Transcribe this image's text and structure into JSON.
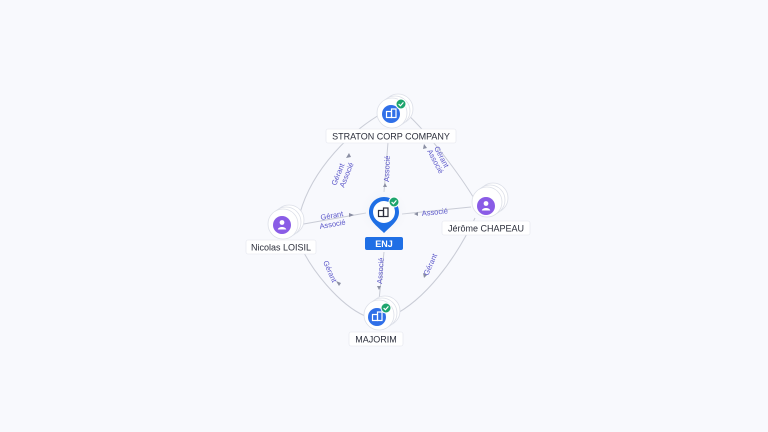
{
  "nodes": {
    "straton": {
      "label": "STRATON CORP COMPANY",
      "kind": "company"
    },
    "enj": {
      "label": "ENJ",
      "kind": "company-center"
    },
    "nicolas": {
      "label": "Nicolas LOISIL",
      "kind": "person"
    },
    "jerome": {
      "label": "Jérôme CHAPEAU",
      "kind": "person"
    },
    "majorim": {
      "label": "MAJORIM",
      "kind": "company"
    }
  },
  "edges": {
    "nicolas_straton": [
      "Gérant",
      "Associé"
    ],
    "straton_enj": [
      "Associé"
    ],
    "jerome_straton": [
      "Gérant",
      "Associé"
    ],
    "nicolas_enj": [
      "Gérant",
      "Associé"
    ],
    "jerome_enj": [
      "Associé"
    ],
    "enj_majorim": [
      "Associé"
    ],
    "nicolas_majorim": [
      "Gérant"
    ],
    "jerome_majorim": [
      "Gérant"
    ]
  },
  "colors": {
    "company": "#2f6fe8",
    "person": "#8a5ce6",
    "verified": "#1ea56d",
    "edge_label": "#5b57c9"
  },
  "icons": {
    "company": "building-icon",
    "person": "person-icon",
    "verified": "check-badge-icon"
  }
}
